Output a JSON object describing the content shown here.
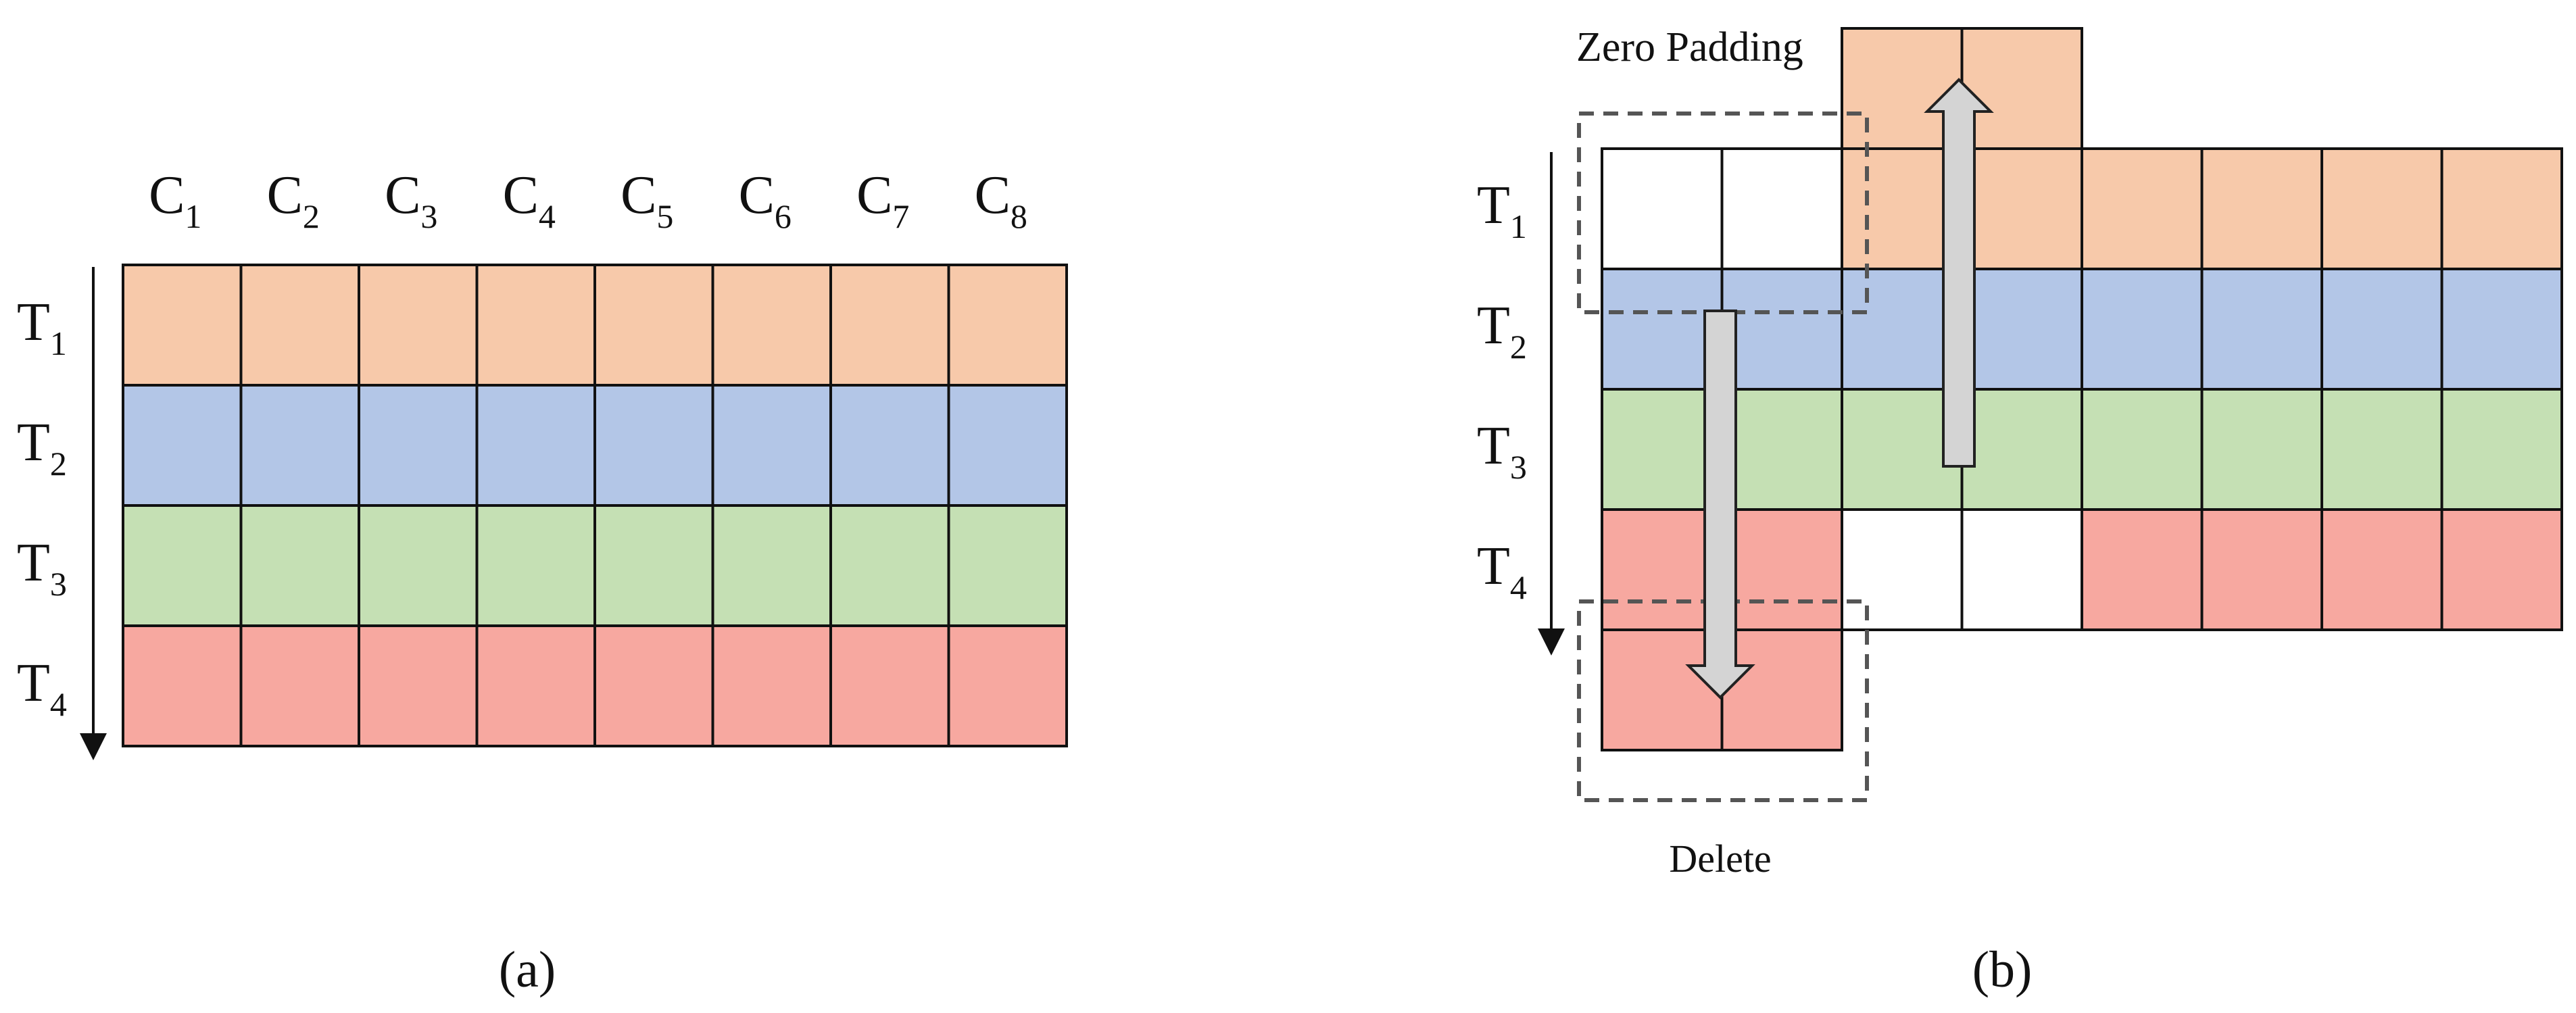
{
  "colors": {
    "T1": "#f7c9aa",
    "T2": "#b3c6e7",
    "T3": "#c5e0b4",
    "T4": "#f7a8a0",
    "empty": "#ffffff",
    "arrow_fill": "#d4d4d4"
  },
  "panel_a": {
    "caption": "(a)",
    "columns": [
      {
        "base": "C",
        "sub": "1"
      },
      {
        "base": "C",
        "sub": "2"
      },
      {
        "base": "C",
        "sub": "3"
      },
      {
        "base": "C",
        "sub": "4"
      },
      {
        "base": "C",
        "sub": "5"
      },
      {
        "base": "C",
        "sub": "6"
      },
      {
        "base": "C",
        "sub": "7"
      },
      {
        "base": "C",
        "sub": "8"
      }
    ],
    "rows": [
      {
        "base": "T",
        "sub": "1"
      },
      {
        "base": "T",
        "sub": "2"
      },
      {
        "base": "T",
        "sub": "3"
      },
      {
        "base": "T",
        "sub": "4"
      }
    ]
  },
  "panel_b": {
    "caption": "(b)",
    "zero_padding_label": "Zero Padding",
    "delete_label": "Delete",
    "rows": [
      {
        "base": "T",
        "sub": "1"
      },
      {
        "base": "T",
        "sub": "2"
      },
      {
        "base": "T",
        "sub": "3"
      },
      {
        "base": "T",
        "sub": "4"
      }
    ],
    "grid": [
      [
        "empty",
        "empty",
        "T1",
        "T1",
        "T1",
        "T1",
        "T1",
        "T1"
      ],
      [
        "T2",
        "T2",
        "T2",
        "T2",
        "T2",
        "T2",
        "T2",
        "T2"
      ],
      [
        "T3",
        "T3",
        "T3",
        "T3",
        "T3",
        "T3",
        "T3",
        "T3"
      ],
      [
        "T4",
        "T4",
        "empty",
        "empty",
        "T4",
        "T4",
        "T4",
        "T4"
      ]
    ],
    "shifted_up_cells": [
      "T1",
      "T1"
    ],
    "shifted_down_cells": [
      "T4",
      "T4"
    ]
  }
}
